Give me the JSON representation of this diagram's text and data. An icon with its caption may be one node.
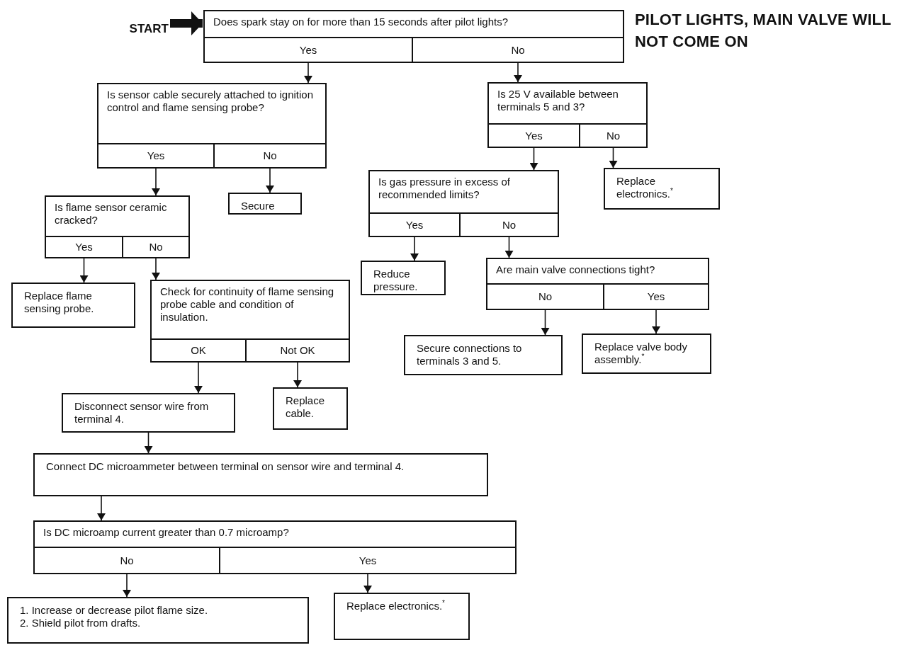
{
  "diagram": {
    "title": "PILOT LIGHTS, MAIN VALVE WILL NOT COME ON",
    "nodes": [
      {
        "text": [
          "START"
        ]
      },
      {
        "text": [
          "Does spark stay on for more than 15 seconds after pilot lights?"
        ]
      },
      {
        "text": [
          "Yes"
        ],
        "in": 1
      },
      {
        "text": [
          "No"
        ],
        "in": 1
      },
      {
        "text": [
          "Is sensor cable securely attached to ignition control and flame sensing probe?"
        ]
      },
      {
        "text": [
          "Yes"
        ],
        "in": 4
      },
      {
        "text": [
          "No"
        ],
        "in": 4
      },
      {
        "text": [
          "Is 25 V available between terminals 5 and 3?"
        ]
      },
      {
        "text": [
          "Yes"
        ],
        "in": 7
      },
      {
        "text": [
          "No"
        ],
        "in": 7
      },
      {
        "text": [
          "Secure"
        ]
      },
      {
        "text": [
          "Is flame sensor ceramic cracked?"
        ]
      },
      {
        "text": [
          "Yes"
        ],
        "in": 11
      },
      {
        "text": [
          "No"
        ],
        "in": 11
      },
      {
        "text": [
          "Is gas pressure in excess of recommended limits?"
        ]
      },
      {
        "text": [
          "Yes"
        ],
        "in": 14
      },
      {
        "text": [
          "No"
        ],
        "in": 14
      },
      {
        "text": [
          "Replace electronics.$^{*}$"
        ]
      },
      {
        "text": [
          "Replace flame sensing probe."
        ]
      },
      {
        "text": [
          "Check for continuity of flame sensing probe cable and condition of insulation."
        ]
      },
      {
        "text": [
          "OK"
        ],
        "in": 19
      },
      {
        "text": [
          "Not OK"
        ],
        "in": 19
      },
      {
        "text": [
          "Reduce pressure."
        ]
      },
      {
        "text": [
          "Are main valve connections tight?"
        ]
      },
      {
        "text": [
          "No"
        ],
        "in": 23
      },
      {
        "text": [
          "Yes"
        ],
        "in": 23
      },
      {
        "text": [
          "Disconnect sensor wire from terminal 4."
        ]
      },
      {
        "text": [
          "Replace cable."
        ]
      },
      {
        "text": [
          "Secure connections to terminals 3 and 5."
        ]
      },
      {
        "text": [
          "Replace valve body assembly.$^{*}$"
        ]
      },
      {
        "text": [
          "Connect DC microammeter between terminal on sensor wire and terminal 4."
        ]
      },
      {
        "text": [
          "Is DC microamp current greater than 0.7 microamp?"
        ]
      },
      {
        "text": [
          "No"
        ],
        "in": 31
      },
      {
        "text": [
          "Yes"
        ],
        "in": 31
      },
      {
        "text": [
          "1. Increase or decrease pilot flame size.",
          "2. Shield pilot from drafts."
        ]
      },
      {
        "text": [
          "Replace electronics.$^{*}$"
        ]
      }
    ],
    "edges": [
      {
        "from": 0,
        "to": 1,
        "arrow": "to",
        "style": "thick"
      },
      {
        "from": 2,
        "to": 4,
        "arrow": "to"
      },
      {
        "from": 3,
        "to": 7,
        "arrow": "to"
      },
      {
        "from": 5,
        "to": 11,
        "arrow": "to"
      },
      {
        "from": 6,
        "to": 10,
        "arrow": "to"
      },
      {
        "from": 8,
        "to": 14,
        "arrow": "to"
      },
      {
        "from": 9,
        "to": 17,
        "arrow": "to"
      },
      {
        "from": 12,
        "to": 18,
        "arrow": "to"
      },
      {
        "from": 13,
        "to": 19,
        "arrow": "to"
      },
      {
        "from": 15,
        "to": 22,
        "arrow": "to"
      },
      {
        "from": 16,
        "to": 23,
        "arrow": "to"
      },
      {
        "from": 20,
        "to": 26,
        "arrow": "to"
      },
      {
        "from": 21,
        "to": 27,
        "arrow": "to"
      },
      {
        "from": 24,
        "to": 28,
        "arrow": "to"
      },
      {
        "from": 25,
        "to": 29,
        "arrow": "to"
      },
      {
        "from": 26,
        "to": 30,
        "arrow": "to"
      },
      {
        "from": 30,
        "to": 31,
        "arrow": "to"
      },
      {
        "from": 32,
        "to": 34,
        "arrow": "to"
      },
      {
        "from": 33,
        "to": 35,
        "arrow": "to"
      }
    ]
  }
}
